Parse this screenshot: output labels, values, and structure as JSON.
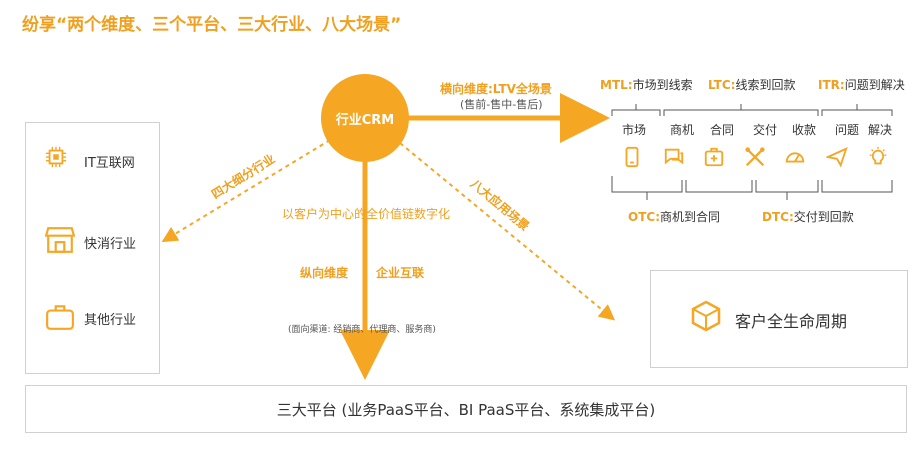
{
  "title": "纷享“两个维度、三个平台、三大行业、八大场景”",
  "center": {
    "label": "行业CRM"
  },
  "horizontal": {
    "label": "横向维度:LTV全场景",
    "sub": "(售前-售中-售后)"
  },
  "vertical": {
    "top": "以客户为中心的全价值链数字化",
    "left": "纵向维度",
    "right": "企业互联",
    "channel": "(面向渠道: 经销商、代理商、服务商)"
  },
  "diag_left": "四大细分行业",
  "diag_right": "八大应用场景",
  "industries": [
    {
      "label": "IT互联网",
      "icon": "chip-icon"
    },
    {
      "label": "快消行业",
      "icon": "store-icon"
    },
    {
      "label": "其他行业",
      "icon": "briefcase-icon"
    }
  ],
  "headers": {
    "mtl": {
      "code": "MTL:",
      "text": "市场到线索"
    },
    "ltc": {
      "code": "LTC:",
      "text": "线索到回款"
    },
    "itr": {
      "code": "ITR:",
      "text": "问题到解决"
    },
    "otc": {
      "code": "OTC:",
      "text": "商机到合同"
    },
    "dtc": {
      "code": "DTC:",
      "text": "交付到回款"
    }
  },
  "stages": [
    "市场",
    "商机",
    "合同",
    "交付",
    "收款",
    "问题",
    "解决"
  ],
  "stage_icons": [
    "phone-icon",
    "chat-icon",
    "medkit-icon",
    "tools-icon",
    "gauge-icon",
    "send-icon",
    "bulb-icon"
  ],
  "lifecycle": {
    "label": "客户全生命周期",
    "icon": "cube-icon"
  },
  "platform": {
    "label": "三大平台 (业务PaaS平台、BI PaaS平台、系统集成平台)"
  },
  "colors": {
    "accent": "#f5a623",
    "accent_text": "#f0a020",
    "border": "#d0d0d0"
  }
}
